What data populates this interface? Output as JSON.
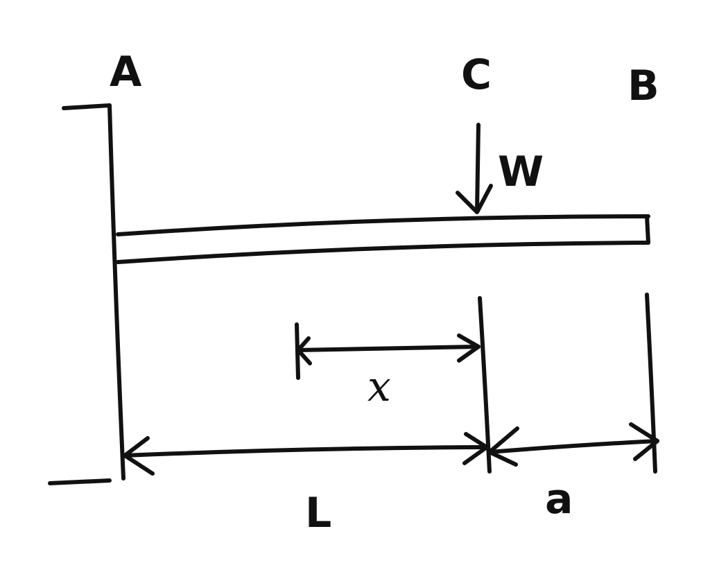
{
  "labels": {
    "point_a": "A",
    "point_c": "C",
    "point_b": "B",
    "load": "W",
    "dim_x": "x",
    "dim_l": "L",
    "dim_a": "a"
  },
  "colors": {
    "ink": "#111111",
    "background": "#ffffff"
  }
}
